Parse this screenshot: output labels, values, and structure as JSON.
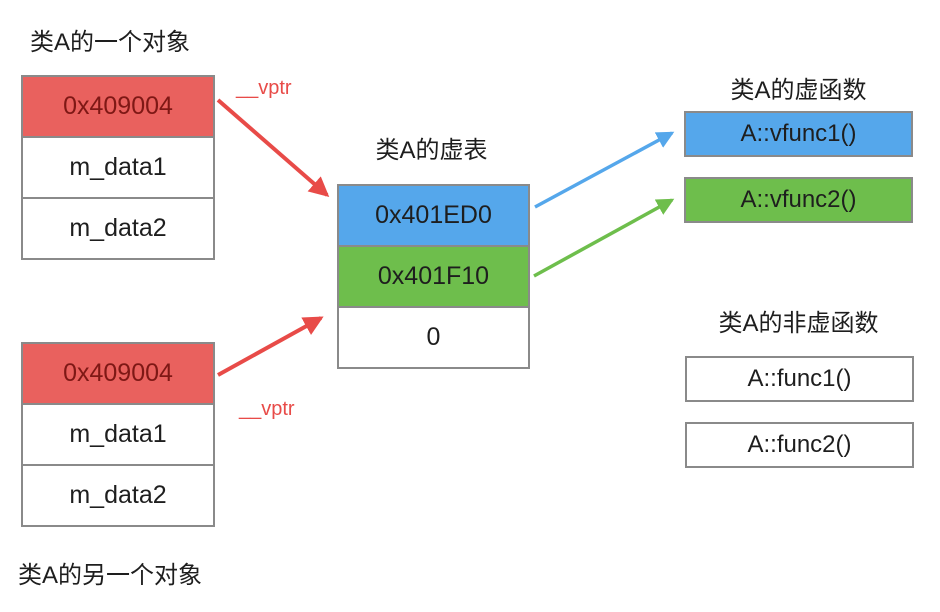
{
  "colors": {
    "red_fill": "#E9615E",
    "red_text": "#7E1815",
    "arrow_red": "#E84B48",
    "blue_fill": "#55A7EB",
    "green_fill": "#6EBE4C",
    "border_gray": "#8A8A8A",
    "text_black": "#1E1E1E"
  },
  "object1": {
    "title": "类A的一个对象",
    "vptr_label": "__vptr",
    "cells": [
      "0x409004",
      "m_data1",
      "m_data2"
    ]
  },
  "object2": {
    "title": "类A的另一个对象",
    "vptr_label": "__vptr",
    "cells": [
      "0x409004",
      "m_data1",
      "m_data2"
    ]
  },
  "vtable": {
    "title": "类A的虚表",
    "cells": [
      "0x401ED0",
      "0x401F10",
      "0"
    ]
  },
  "virtual_functions": {
    "title": "类A的虚函数",
    "items": [
      "A::vfunc1()",
      "A::vfunc2()"
    ]
  },
  "nonvirtual_functions": {
    "title": "类A的非虚函数",
    "items": [
      "A::func1()",
      "A::func2()"
    ]
  }
}
